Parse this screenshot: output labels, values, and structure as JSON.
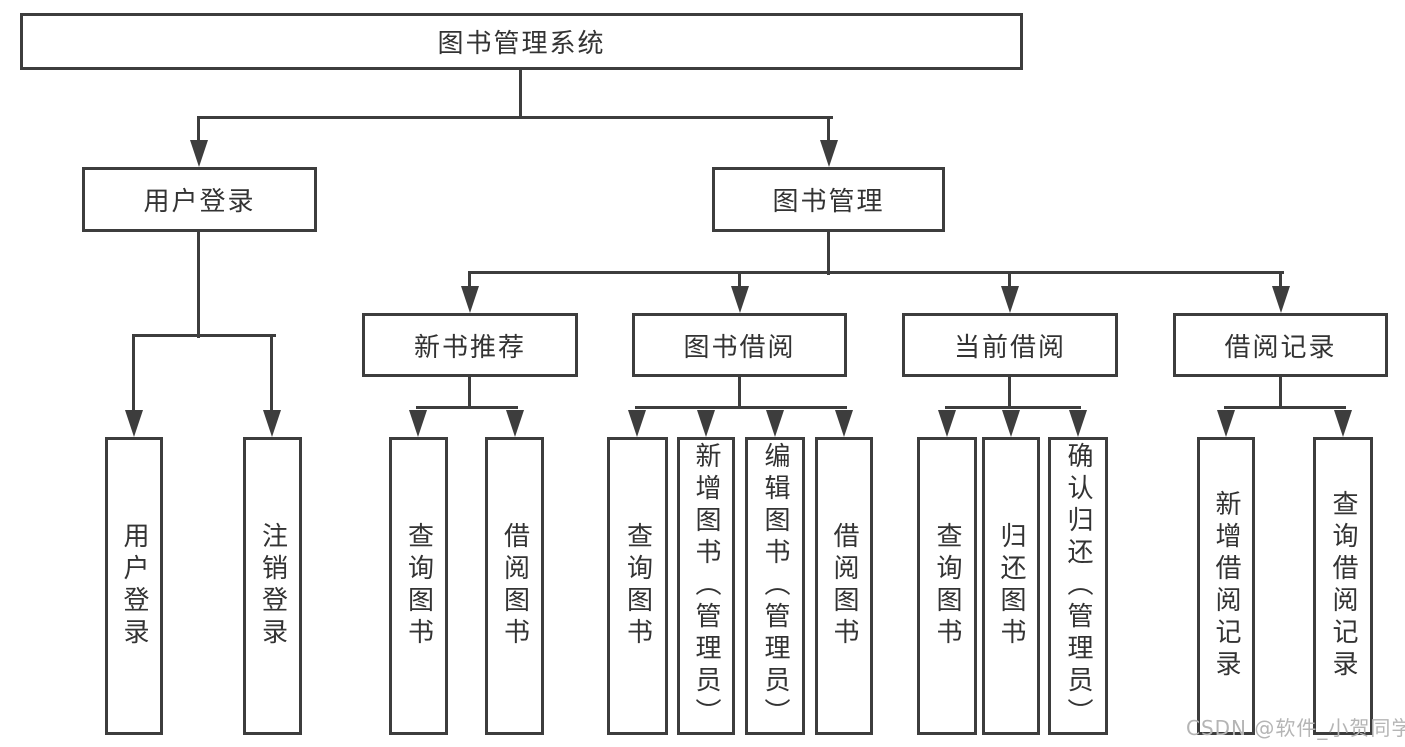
{
  "colors": {
    "background": "#ffffff",
    "box_fill": "#ffffff",
    "box_border": "#3d3d3d",
    "line": "#3d3d3d",
    "text": "#333333",
    "watermark": "#b5b5b5"
  },
  "diagram": {
    "root": {
      "label": "图书管理系统"
    },
    "level2": [
      {
        "label": "用户登录",
        "parent": "图书管理系统"
      },
      {
        "label": "图书管理",
        "parent": "图书管理系统"
      }
    ],
    "level3": [
      {
        "label": "新书推荐",
        "parent": "图书管理"
      },
      {
        "label": "图书借阅",
        "parent": "图书管理"
      },
      {
        "label": "当前借阅",
        "parent": "图书管理"
      },
      {
        "label": "借阅记录",
        "parent": "图书管理"
      }
    ],
    "leaves": [
      {
        "label": "用户登录",
        "parent": "用户登录"
      },
      {
        "label": "注销登录",
        "parent": "用户登录"
      },
      {
        "label": "查询图书",
        "parent": "新书推荐"
      },
      {
        "label": "借阅图书",
        "parent": "新书推荐"
      },
      {
        "label": "查询图书",
        "parent": "图书借阅"
      },
      {
        "label": "新增图书（管理员）",
        "parent": "图书借阅"
      },
      {
        "label": "编辑图书（管理员）",
        "parent": "图书借阅"
      },
      {
        "label": "借阅图书",
        "parent": "图书借阅"
      },
      {
        "label": "查询图书",
        "parent": "当前借阅"
      },
      {
        "label": "归还图书",
        "parent": "当前借阅"
      },
      {
        "label": "确认归还（管理员）",
        "parent": "当前借阅"
      },
      {
        "label": "新增借阅记录",
        "parent": "借阅记录"
      },
      {
        "label": "查询借阅记录",
        "parent": "借阅记录"
      }
    ]
  },
  "watermark": "CSDN @软件_小贺同学"
}
